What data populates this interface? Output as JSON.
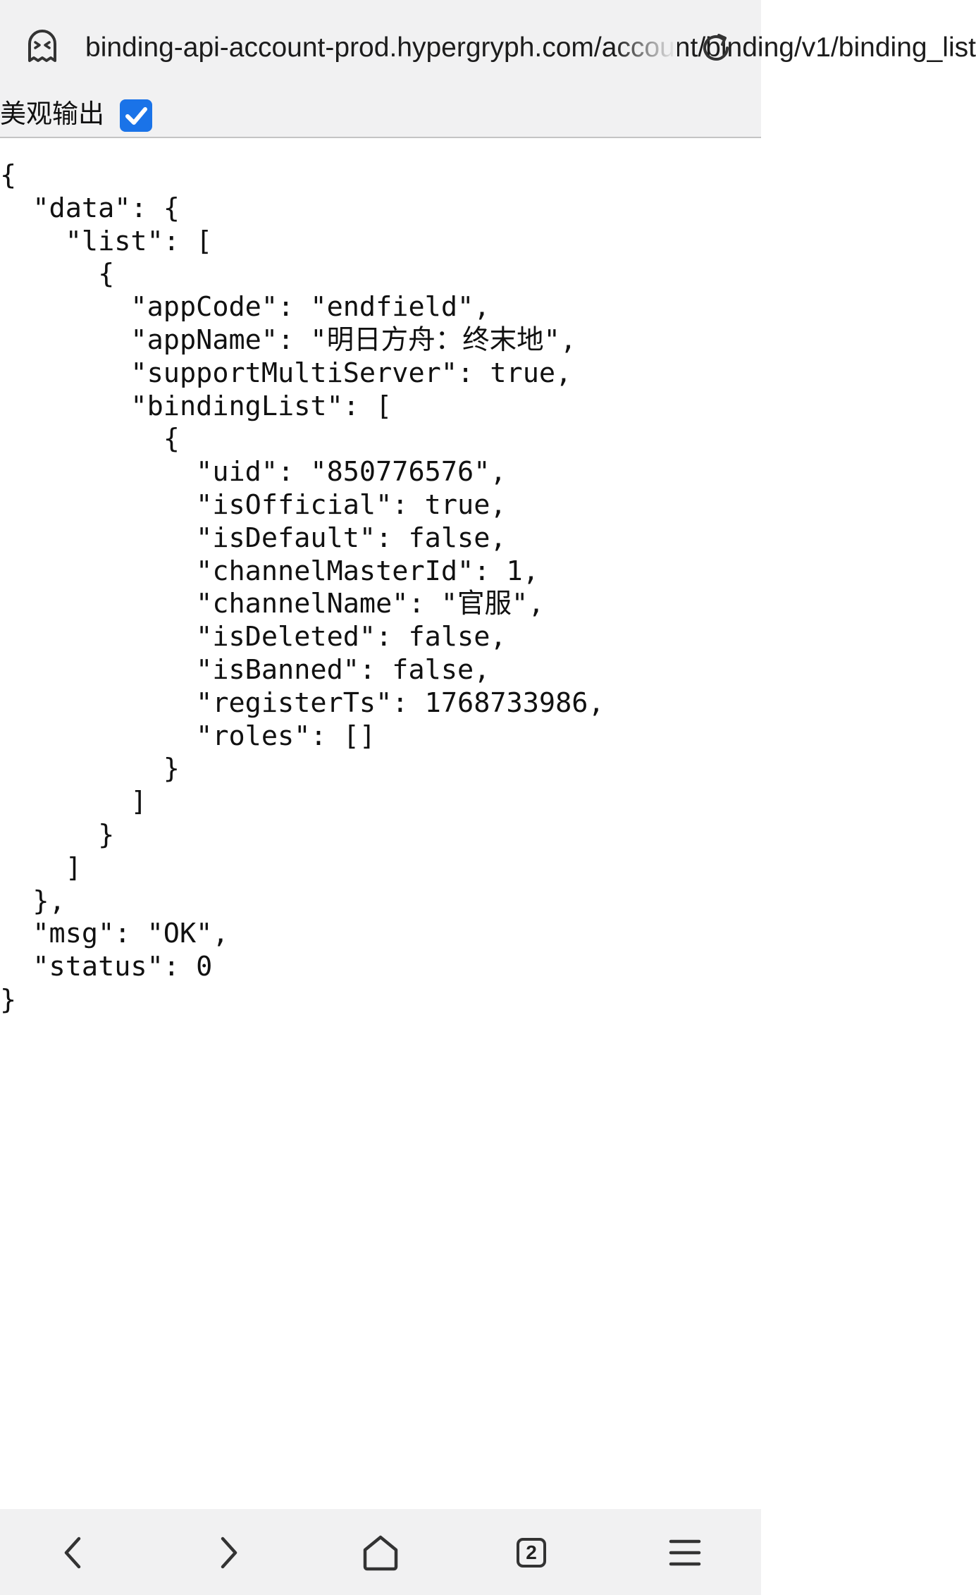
{
  "browser": {
    "url": "binding-api-account-prod.hypergryph.com/account/binding/v1/binding_list",
    "site_icon": "ghost-face-icon",
    "reload_icon": "reload-icon"
  },
  "pretty_print": {
    "label": "美观输出",
    "checked": true
  },
  "json_lines": [
    "{",
    "  \"data\": {",
    "    \"list\": [",
    "      {",
    "        \"appCode\": \"endfield\",",
    "        \"appName\": \"明日方舟：终末地\",",
    "        \"supportMultiServer\": true,",
    "        \"bindingList\": [",
    "          {",
    "            \"uid\": \"850776576\",",
    "            \"isOfficial\": true,",
    "            \"isDefault\": false,",
    "            \"channelMasterId\": 1,",
    "            \"channelName\": \"官服\",",
    "            \"isDeleted\": false,",
    "            \"isBanned\": false,",
    "            \"registerTs\": 1768733986,",
    "            \"roles\": []",
    "          }",
    "        ]",
    "      }",
    "    ]",
    "  },",
    "  \"msg\": \"OK\",",
    "  \"status\": 0",
    "}"
  ],
  "bottom_nav": {
    "back_icon": "chevron-left-icon",
    "forward_icon": "chevron-right-icon",
    "home_icon": "home-icon",
    "tabs_count": "2",
    "menu_icon": "hamburger-menu-icon"
  },
  "colors": {
    "bar_background": "#f1f1f2",
    "checkbox_accent": "#1a73e8"
  }
}
